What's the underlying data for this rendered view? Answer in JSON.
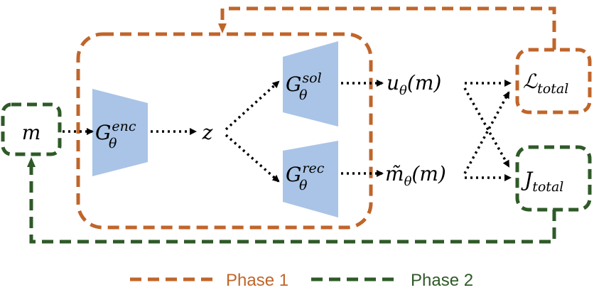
{
  "colors": {
    "phase1": "#c0652a",
    "phase2": "#2e5a27",
    "trapezoid": "#a9c4e6",
    "arrow": "#000000"
  },
  "nodes": {
    "m": {
      "text": "m"
    },
    "encoder": {
      "base": "G",
      "sub": "θ",
      "sup": "enc"
    },
    "z": {
      "text": "z"
    },
    "sol": {
      "base": "G",
      "sub": "θ",
      "sup": "sol"
    },
    "rec": {
      "base": "G",
      "sub": "θ",
      "sup": "rec"
    },
    "u": {
      "base": "u",
      "sub": "θ",
      "arg": "(m)"
    },
    "mtilde": {
      "base": "m̃",
      "sub": "θ",
      "arg": "(m)"
    },
    "L": {
      "base": "ℒ",
      "sub": "total"
    },
    "J": {
      "base": "J",
      "sub": "total"
    }
  },
  "legend": {
    "phase1_label": "Phase 1",
    "phase2_label": "Phase 2"
  }
}
